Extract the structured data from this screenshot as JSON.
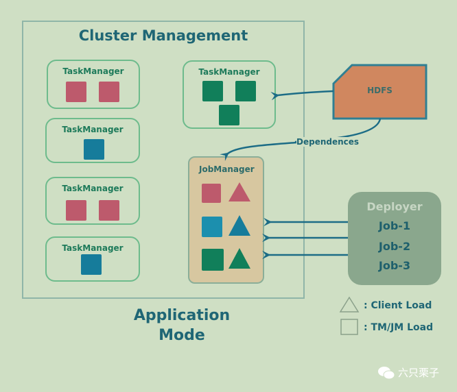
{
  "cluster": {
    "title": "Cluster Management"
  },
  "task_managers": [
    {
      "label": "TaskManager",
      "slots": [
        "red",
        "red"
      ]
    },
    {
      "label": "TaskManager",
      "slots": [
        "blue"
      ]
    },
    {
      "label": "TaskManager",
      "slots": [
        "red",
        "red"
      ]
    },
    {
      "label": "TaskManager",
      "slots": [
        "blue"
      ]
    },
    {
      "label": "TaskManager",
      "slots": [
        "green",
        "green",
        "green"
      ]
    }
  ],
  "job_manager": {
    "label": "JobManager",
    "rows": [
      "red",
      "cyan",
      "green"
    ]
  },
  "hdfs": {
    "label": "HDFS"
  },
  "edge_label": "Dependences",
  "deployer": {
    "title": "Deployer",
    "jobs": [
      "Job-1",
      "Job-2",
      "Job-3"
    ]
  },
  "mode_title": {
    "line1": "Application",
    "line2": "Mode"
  },
  "legend": {
    "triangle": ": Client Load",
    "square": ": TM/JM Load"
  },
  "watermark": "六只栗子",
  "colors": {
    "red": "#bd5a6c",
    "blue": "#167c9b",
    "cyan": "#1c8fae",
    "green": "#117f5a",
    "hdfs": "#d0875f",
    "arrow": "#1c6c86"
  }
}
